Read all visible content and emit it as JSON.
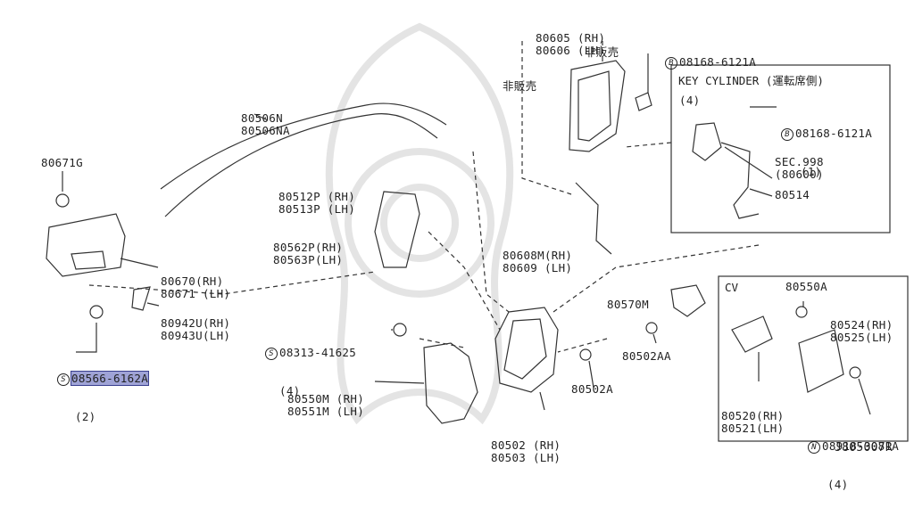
{
  "diagram_code": "J805007R",
  "labels": {
    "p80605": [
      "80605 (RH)",
      "80606 (LH)"
    ],
    "p08168_top": {
      "sym": "B",
      "code": "08168-6121A",
      "qty": "(4)"
    },
    "not_sold_1": "非販売",
    "not_sold_2": "非販売",
    "p80506": [
      "80506N",
      "80506NA"
    ],
    "p80671G": "80671G",
    "p80512": [
      "80512P (RH)",
      "80513P (LH)"
    ],
    "p80562": [
      "80562P(RH)",
      "80563P(LH)"
    ],
    "p80670": [
      "80670(RH)",
      "80671 (LH)"
    ],
    "p80942": [
      "80942U(RH)",
      "80943U(LH)"
    ],
    "p08566": {
      "sym": "S",
      "code": "08566-6162A",
      "qty": "(2)"
    },
    "p08313": {
      "sym": "S",
      "code": "08313-41625",
      "qty": "(4)"
    },
    "p80550M": [
      "80550M (RH)",
      "80551M (LH)"
    ],
    "p80502": [
      "80502 (RH)",
      "80503 (LH)"
    ],
    "p80502A": "80502A",
    "p80502AA": "80502AA",
    "p80570M": "80570M",
    "p80608": [
      "80608M(RH)",
      "80609 (LH)"
    ],
    "key_cylinder": {
      "title": "KEY CYLINDER (運転席側)",
      "p08168": {
        "sym": "B",
        "code": "08168-6121A",
        "qty": "(1)"
      },
      "sec": [
        "SEC.998",
        "(80600)"
      ],
      "p80514": "80514"
    },
    "cv": {
      "title": "CV",
      "p80550A": "80550A",
      "p80524": [
        "80524(RH)",
        "80525(LH)"
      ],
      "p80520": [
        "80520(RH)",
        "80521(LH)"
      ],
      "p08918": {
        "sym": "N",
        "code": "08918-3081A",
        "qty": "(4)"
      }
    }
  },
  "colors": {
    "line": "#333333",
    "highlight": "#9fa3d6"
  }
}
